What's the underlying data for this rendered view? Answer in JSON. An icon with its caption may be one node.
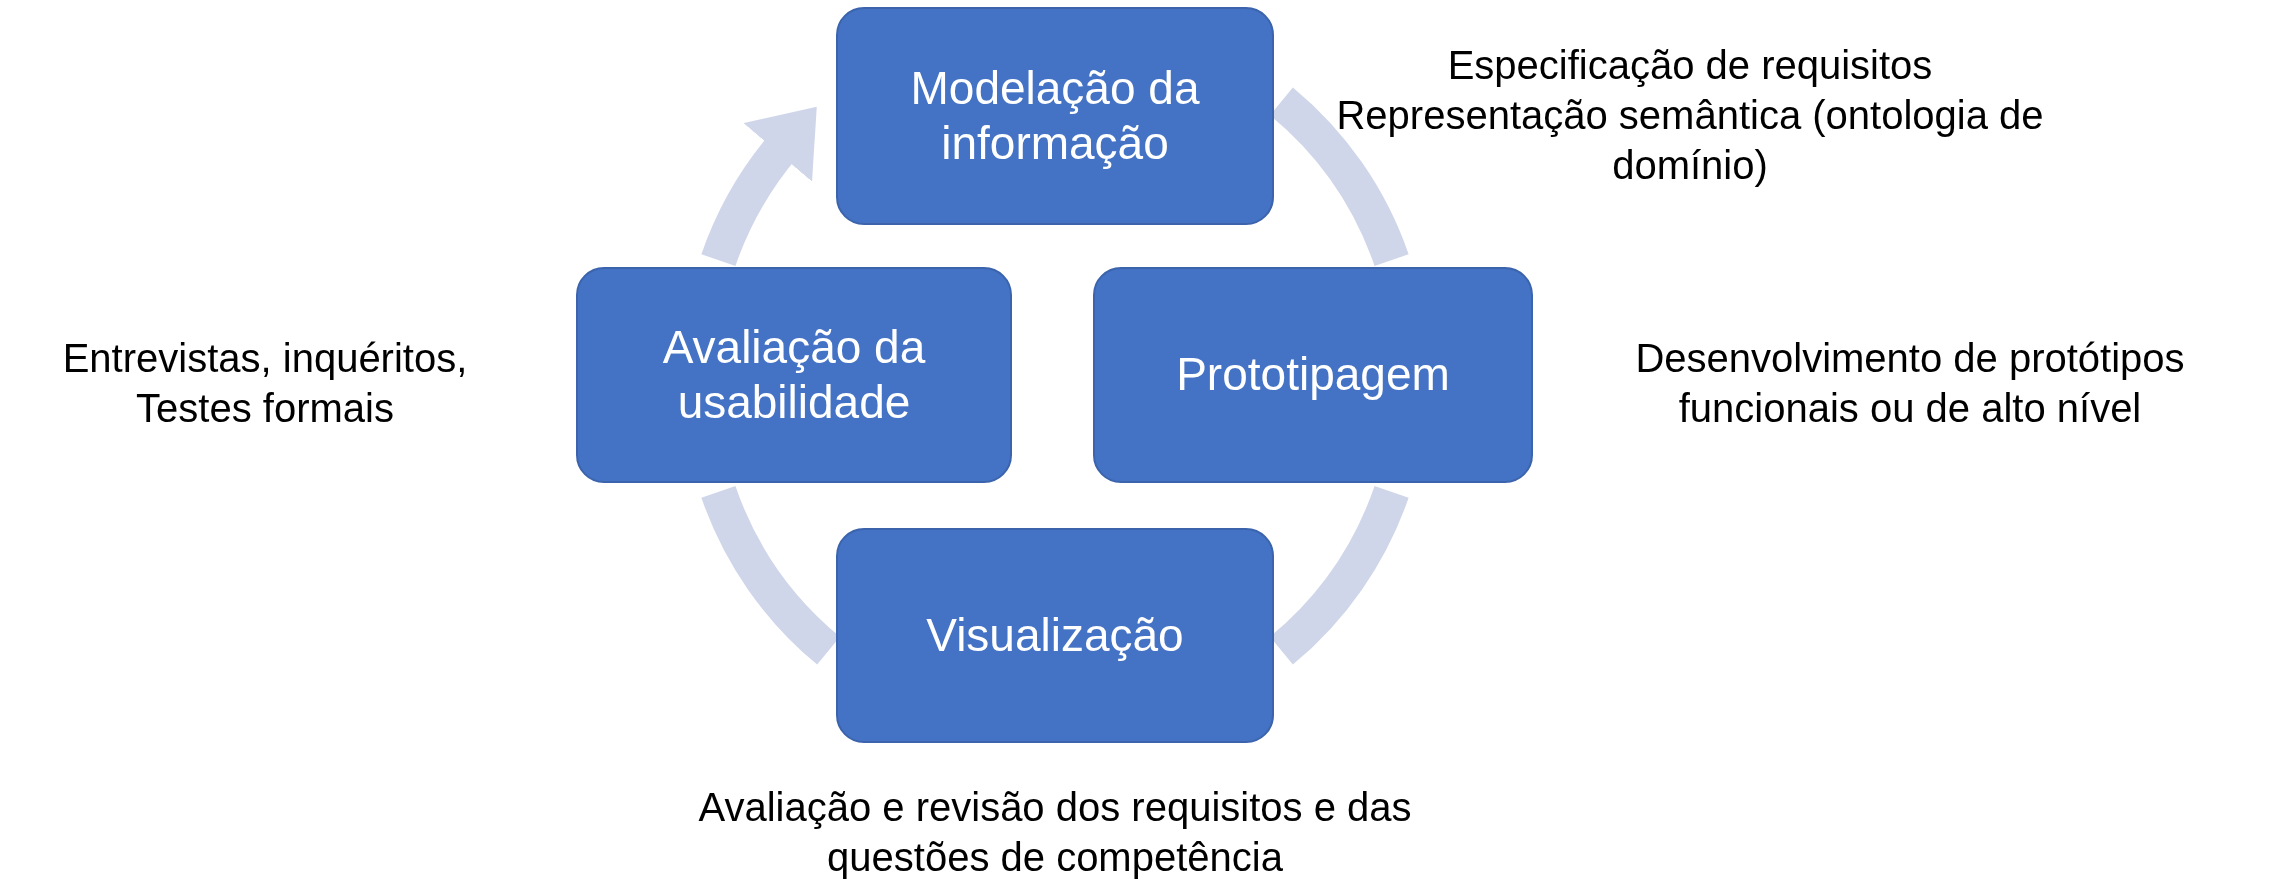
{
  "diagram": {
    "nodes": [
      {
        "text": [
          "Modelação da informação"
        ],
        "beside": [
          "Especificação de requisitos",
          "Representação semântica (ontologia de domínio)"
        ]
      },
      {
        "text": [
          "Prototipagem"
        ],
        "beside": [
          "Desenvolvimento de protótipos funcionais ou de alto nível"
        ]
      },
      {
        "text": [
          "Visualização"
        ],
        "beside": [
          "Avaliação e revisão dos requisitos e das questões de competência"
        ]
      },
      {
        "text": [
          "Avaliação da usabilidade"
        ],
        "beside": [
          "Entrevistas, inquéritos, Testes formais"
        ]
      }
    ],
    "edges": [
      {
        "from": 0,
        "to": 1,
        "arrow": "none"
      },
      {
        "from": 1,
        "to": 2,
        "arrow": "none"
      },
      {
        "from": 2,
        "to": 3,
        "arrow": "none"
      },
      {
        "from": 3,
        "to": 0,
        "arrow": "to"
      }
    ]
  }
}
